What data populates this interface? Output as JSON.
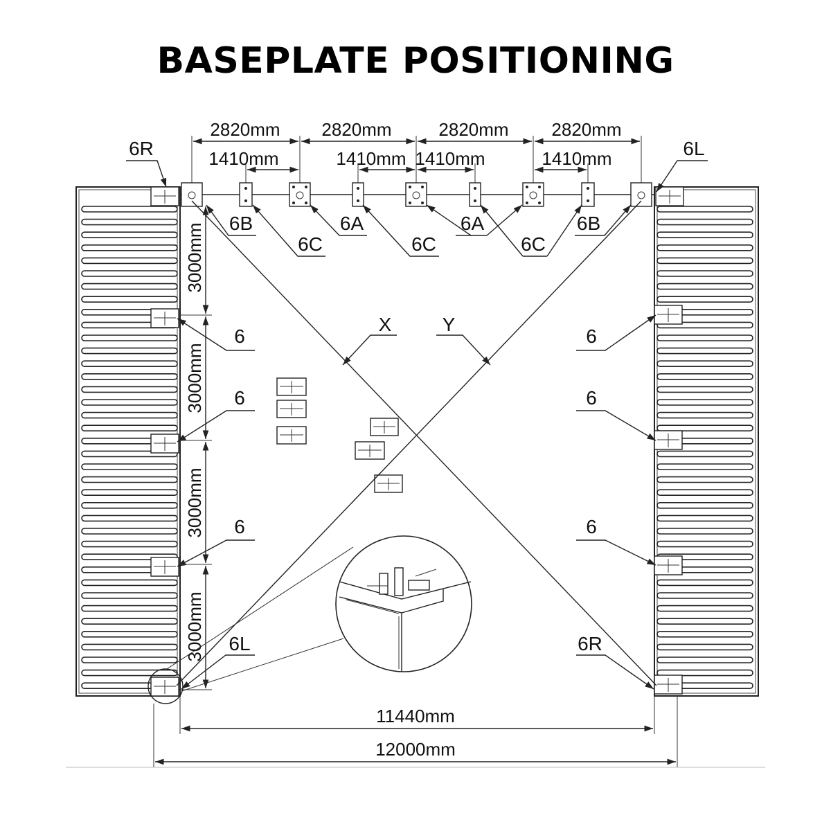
{
  "title": "BASEPLATE POSITIONING",
  "dimensions": {
    "top_spans": [
      "2820mm",
      "2820mm",
      "2820mm",
      "2820mm"
    ],
    "top_half_spans": [
      "1410mm",
      "1410mm",
      "1410mm",
      "1410mm"
    ],
    "side_spans": [
      "3000mm",
      "3000mm",
      "3000mm",
      "3000mm"
    ],
    "inner_width": "11440mm",
    "overall_width": "12000mm"
  },
  "labels": {
    "corner_top_left": "6R",
    "corner_top_right": "6L",
    "corner_bottom_left": "6L",
    "corner_bottom_right": "6R",
    "top_callouts": [
      "6B",
      "6C",
      "6A",
      "6C",
      "6A",
      "6C",
      "6B"
    ],
    "side_plate": "6",
    "diagonal_x": "X",
    "diagonal_y": "Y"
  }
}
